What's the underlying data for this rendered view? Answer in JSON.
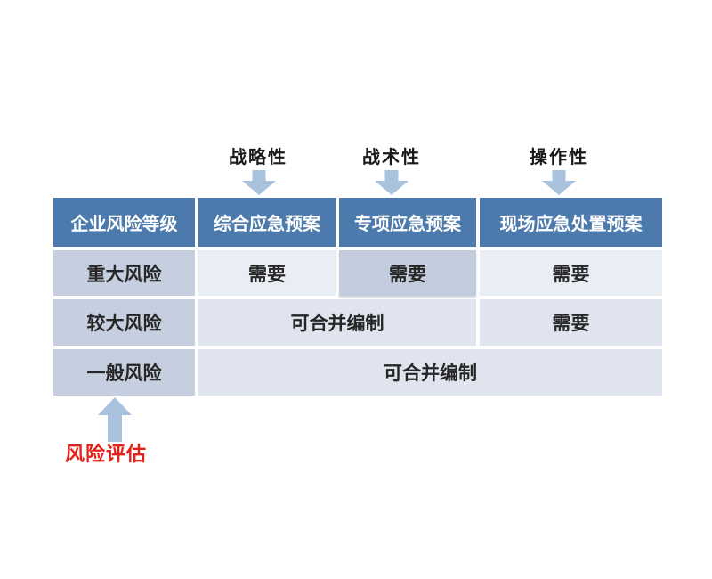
{
  "annotations": {
    "top_labels": [
      {
        "label": "战略性"
      },
      {
        "label": "战术性"
      },
      {
        "label": "操作性"
      }
    ],
    "bottom_label": "风险评估"
  },
  "table": {
    "header": [
      "企业风险等级",
      "综合应急预案",
      "专项应急预案",
      "现场应急处置预案"
    ],
    "rows": [
      {
        "risk": "重大风险",
        "cells": [
          "需要",
          "需要",
          "需要"
        ]
      },
      {
        "risk": "较大风险",
        "merged": "可合并编制",
        "cells": [
          "需要"
        ]
      },
      {
        "risk": "一般风险",
        "merged": "可合并编制"
      }
    ]
  },
  "colors": {
    "header_bg": "#4c7aac",
    "risk_col_bg": "#c5cfe0",
    "row1_bg": "#e9edf4",
    "row23_bg": "#dfe4ee",
    "highlight_bg": "#c3cddd",
    "arrow_fill": "#a9c2de",
    "bottom_label_color": "#e2231a",
    "top_label_color": "#1a1a1a"
  }
}
